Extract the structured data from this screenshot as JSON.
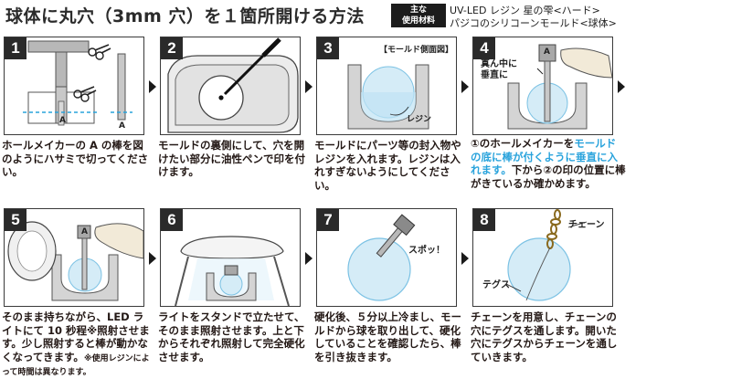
{
  "title": "球体に丸穴（3mm 穴）を１箇所開ける方法",
  "materials": {
    "badge_line1": "主な",
    "badge_line2": "使用材料",
    "line1": "UV-LED レジン 星の雫<ハード>",
    "line2": "パジコのシリコーンモールド<球体>"
  },
  "steps": [
    {
      "num": "1",
      "labels": {
        "a1": "A",
        "a2": "A"
      },
      "desc": "ホールメイカーの A の棒を図のようにハサミで切ってください。"
    },
    {
      "num": "2",
      "desc": "モールドの裏側にして、穴を開けたい部分に油性ペンで印を付けます。"
    },
    {
      "num": "3",
      "labels": {
        "side": "【モールド側面図】",
        "resin": "レジン"
      },
      "desc": "モールドにパーツ等の封入物やレジンを入れます。レジンは入れすぎないようにしてください。"
    },
    {
      "num": "4",
      "labels": {
        "vertical": "真ん中に\n垂直に",
        "a": "A"
      },
      "desc_pre": "①のホールメイカーを",
      "desc_blue": "モールドの底に棒が付くように垂直に入れます。",
      "desc_post": "下から②の印の位置に棒がきているか確かめます。"
    },
    {
      "num": "5",
      "labels": {
        "a": "A"
      },
      "desc": "そのまま持ちながら、LED ライトにて 10 秒程※照射させます。少し照射すると棒が動かなくなってきます。",
      "note": "※使用レジンによって時間は異なります。"
    },
    {
      "num": "6",
      "desc": "ライトをスタンドで立たせて、そのまま照射させます。上と下からそれぞれ照射して完全硬化させます。"
    },
    {
      "num": "7",
      "labels": {
        "pop": "スポッ！"
      },
      "desc": "硬化後、５分以上冷まし、モールドから球を取り出して、硬化していることを確認したら、棒を引き抜きます。"
    },
    {
      "num": "8",
      "labels": {
        "chain": "チェーン",
        "tegusu": "テグス"
      },
      "desc": "チェーンを用意し、チェーンの穴にテグスを通します。開いた穴にテグスからチェーンを通していきます。"
    }
  ]
}
